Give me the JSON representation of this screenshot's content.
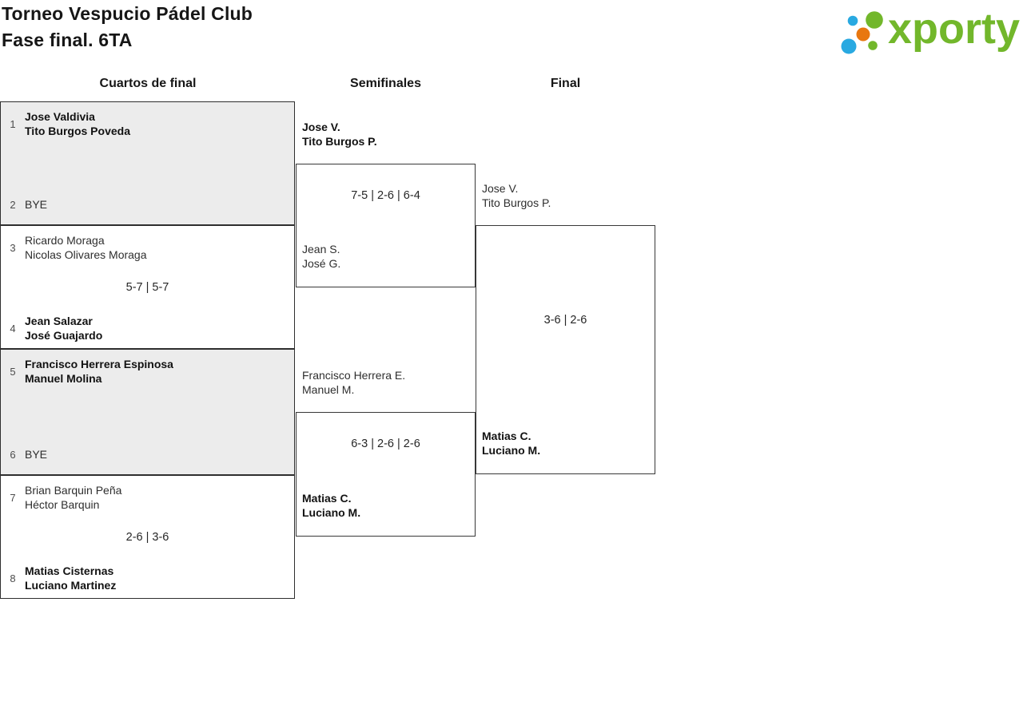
{
  "page": {
    "title_line1": "Torneo Vespucio Pádel Club",
    "title_line2": "Fase final. 6TA"
  },
  "logo": {
    "brand": "xporty",
    "colors": {
      "green": "#72b72b",
      "blue": "#29a9e1",
      "orange": "#e87710"
    }
  },
  "bracket": {
    "rounds": [
      {
        "title": "Cuartos de final",
        "matches": [
          {
            "score": "",
            "team1": {
              "seed": "1",
              "lines": [
                "Jose Valdivia",
                "Tito Burgos Poveda"
              ],
              "winner": true
            },
            "team2": {
              "seed": "2",
              "lines": [
                "BYE"
              ],
              "winner": false
            }
          },
          {
            "score": "5-7 | 5-7",
            "team1": {
              "seed": "3",
              "lines": [
                "Ricardo Moraga",
                "Nicolas Olivares Moraga"
              ],
              "winner": false
            },
            "team2": {
              "seed": "4",
              "lines": [
                "Jean Salazar",
                "José Guajardo"
              ],
              "winner": true
            }
          },
          {
            "score": "",
            "team1": {
              "seed": "5",
              "lines": [
                "Francisco Herrera Espinosa",
                "Manuel Molina"
              ],
              "winner": true
            },
            "team2": {
              "seed": "6",
              "lines": [
                "BYE"
              ],
              "winner": false
            }
          },
          {
            "score": "2-6 | 3-6",
            "team1": {
              "seed": "7",
              "lines": [
                "Brian Barquin Peña",
                "Héctor Barquin"
              ],
              "winner": false
            },
            "team2": {
              "seed": "8",
              "lines": [
                "Matias Cisternas",
                "Luciano Martinez"
              ],
              "winner": true
            }
          }
        ]
      },
      {
        "title": "Semifinales",
        "matches": [
          {
            "score": "7-5 | 2-6 | 6-4",
            "team1": {
              "lines": [
                "Jose V.",
                "Tito Burgos P."
              ],
              "winner": true
            },
            "team2": {
              "lines": [
                "Jean S.",
                "José G."
              ],
              "winner": false
            }
          },
          {
            "score": "6-3 | 2-6 | 2-6",
            "team1": {
              "lines": [
                "Francisco Herrera E.",
                "Manuel M."
              ],
              "winner": false
            },
            "team2": {
              "lines": [
                "Matias C.",
                "Luciano M."
              ],
              "winner": true
            }
          }
        ]
      },
      {
        "title": "Final",
        "matches": [
          {
            "score": "3-6 | 2-6",
            "team1": {
              "lines": [
                "Jose V.",
                "Tito Burgos P."
              ],
              "winner": false
            },
            "team2": {
              "lines": [
                "Matias C.",
                "Luciano M."
              ],
              "winner": true
            }
          }
        ]
      }
    ]
  }
}
